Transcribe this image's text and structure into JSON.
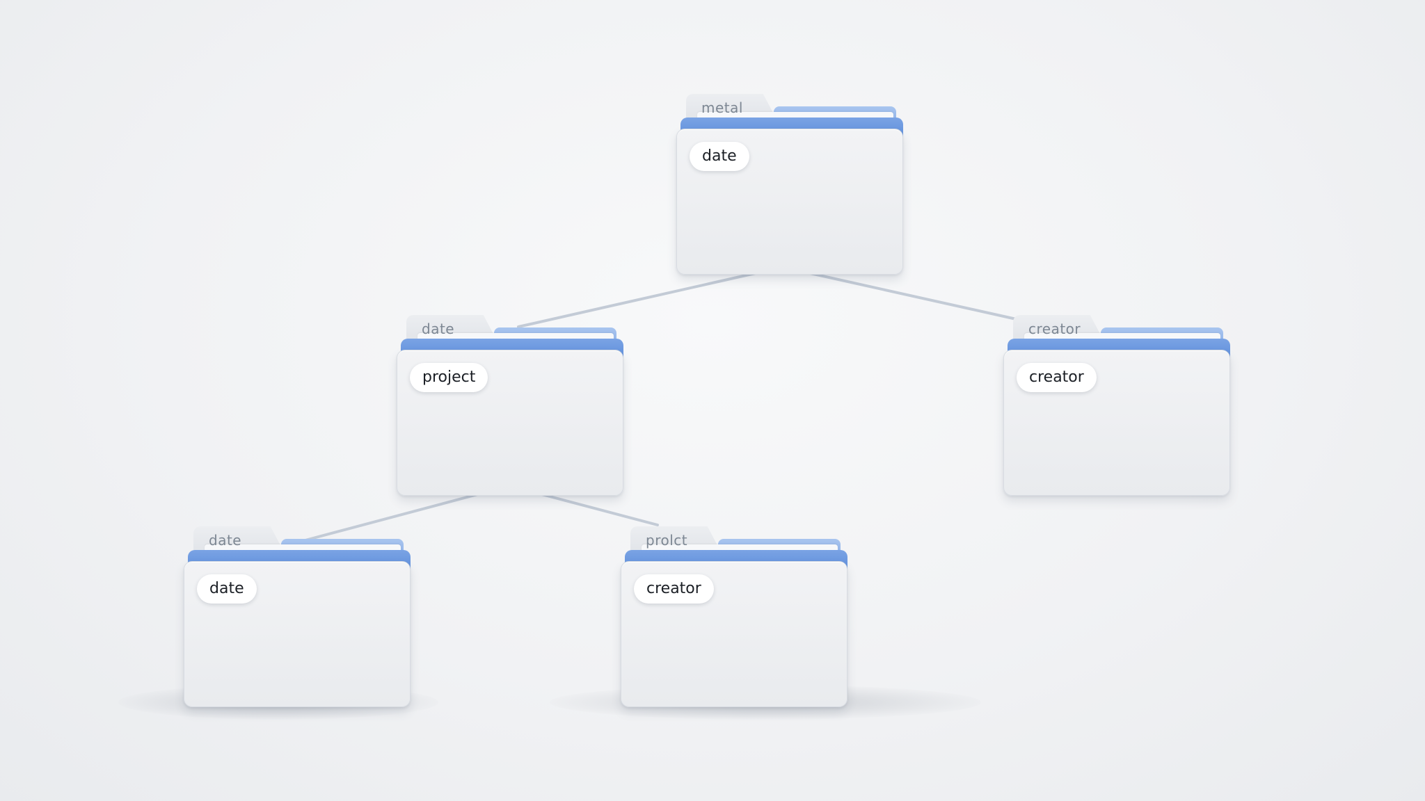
{
  "diagram": {
    "type": "folder-hierarchy",
    "accent_color": "#6f9ae0",
    "connector_color": "#c3cbd6",
    "nodes": [
      {
        "id": "root",
        "tab_label": "metal",
        "pill_label": "date",
        "icon": "folder-icon"
      },
      {
        "id": "middle-left",
        "tab_label": "date",
        "pill_label": "project",
        "icon": "folder-icon"
      },
      {
        "id": "middle-right",
        "tab_label": "creator",
        "pill_label": "creator",
        "icon": "folder-icon"
      },
      {
        "id": "bottom-left",
        "tab_label": "date",
        "pill_label": "date",
        "icon": "folder-icon"
      },
      {
        "id": "bottom-center",
        "tab_label": "prolct",
        "pill_label": "creator",
        "icon": "folder-icon"
      }
    ],
    "edges": [
      {
        "from": "root",
        "to": "middle-left"
      },
      {
        "from": "root",
        "to": "middle-right"
      },
      {
        "from": "middle-left",
        "to": "bottom-left"
      },
      {
        "from": "middle-left",
        "to": "bottom-center"
      }
    ]
  }
}
